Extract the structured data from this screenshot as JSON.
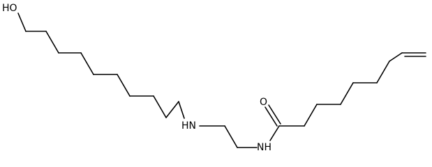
{
  "labels": {
    "hydroxyl": "HO",
    "amine": "HN",
    "amide_nitrogen": "NH",
    "carbonyl_oxygen": "O"
  },
  "colors": {
    "background": "#ffffff",
    "bond": "#000000",
    "text": "#000000"
  }
}
